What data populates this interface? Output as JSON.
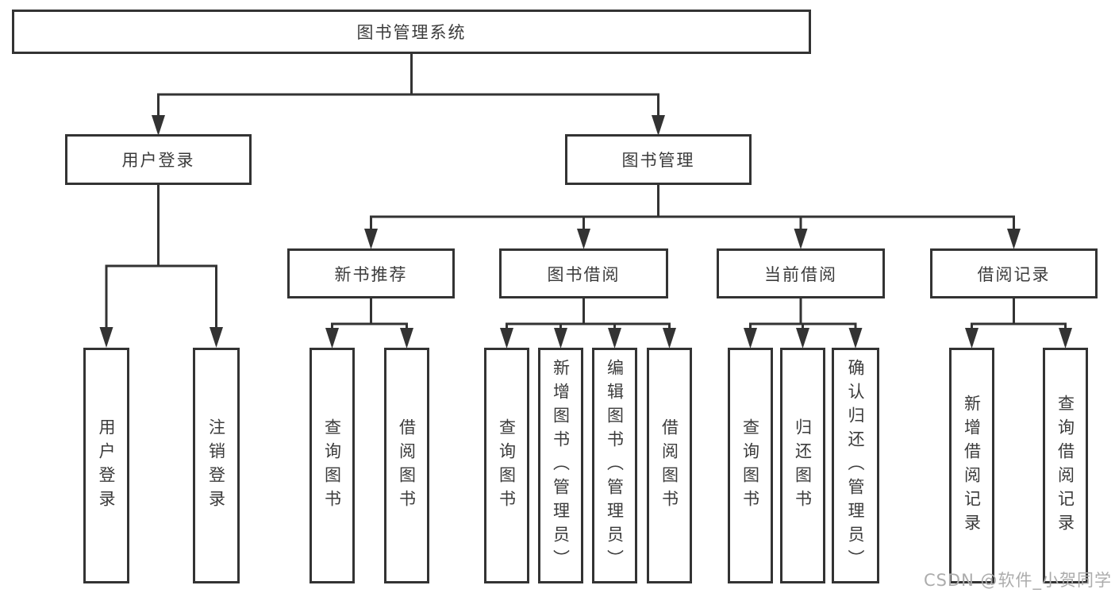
{
  "diagram": {
    "title": "图书管理系统",
    "level1": [
      {
        "id": "user-login",
        "label": "用户登录"
      },
      {
        "id": "book-management",
        "label": "图书管理"
      }
    ],
    "level2": [
      {
        "id": "new-book-recommend",
        "label": "新书推荐",
        "parent": "图书管理"
      },
      {
        "id": "book-borrow",
        "label": "图书借阅",
        "parent": "图书管理"
      },
      {
        "id": "current-borrow",
        "label": "当前借阅",
        "parent": "图书管理"
      },
      {
        "id": "borrow-records",
        "label": "借阅记录",
        "parent": "图书管理"
      }
    ],
    "leaves": [
      {
        "label": "用户登录",
        "parent": "用户登录"
      },
      {
        "label": "注销登录",
        "parent": "用户登录"
      },
      {
        "label": "查询图书",
        "parent": "新书推荐"
      },
      {
        "label": "借阅图书",
        "parent": "新书推荐"
      },
      {
        "label": "查询图书",
        "parent": "图书借阅"
      },
      {
        "label": "新增图书（管理员）",
        "parent": "图书借阅"
      },
      {
        "label": "编辑图书（管理员）",
        "parent": "图书借阅"
      },
      {
        "label": "借阅图书",
        "parent": "图书借阅"
      },
      {
        "label": "查询图书",
        "parent": "当前借阅"
      },
      {
        "label": "归还图书",
        "parent": "当前借阅"
      },
      {
        "label": "确认归还（管理员）",
        "parent": "当前借阅"
      },
      {
        "label": "新增借阅记录",
        "parent": "借阅记录"
      },
      {
        "label": "查询借阅记录",
        "parent": "借阅记录"
      }
    ]
  },
  "watermark": {
    "text": "CSDN @软件_小贺同学"
  },
  "colors": {
    "line": "#333333",
    "text": "#3b3b3b",
    "box_background": "#ffffff",
    "watermark": "#acacac"
  }
}
